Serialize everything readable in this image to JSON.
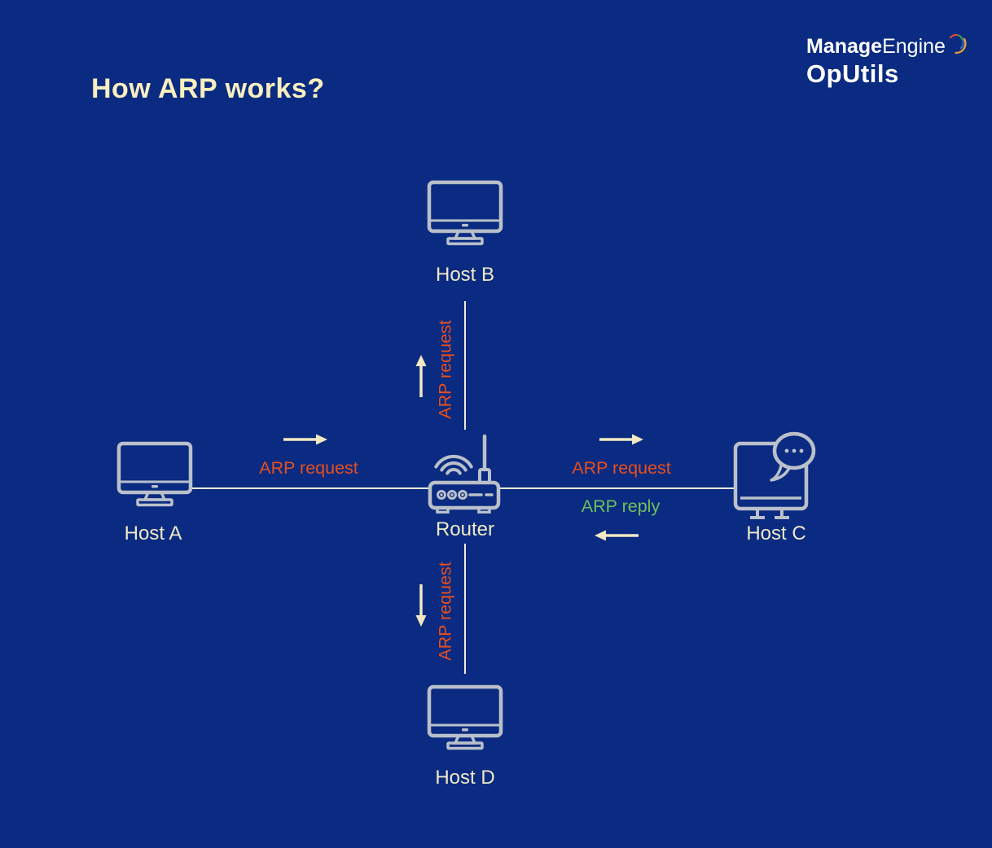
{
  "title": "How ARP works?",
  "logo": {
    "brand_bold": "Manage",
    "brand_light": "Engine",
    "product": "OpUtils",
    "swoosh_colors": [
      "#D84B37",
      "#3E9B4F",
      "#2F6BB3",
      "#E9A23B"
    ]
  },
  "diagram": {
    "nodes": {
      "host_a": {
        "label": "Host A",
        "icon": "monitor-icon"
      },
      "host_b": {
        "label": "Host B",
        "icon": "monitor-icon"
      },
      "host_c": {
        "label": "Host C",
        "icon": "monitor-chat-icon"
      },
      "host_d": {
        "label": "Host D",
        "icon": "monitor-icon"
      },
      "router": {
        "label": "Router",
        "icon": "router-icon"
      }
    },
    "edges": {
      "a_to_router": {
        "label": "ARP request",
        "direction": "right"
      },
      "router_to_b": {
        "label": "ARP request",
        "direction": "up"
      },
      "router_to_c": {
        "label": "ARP request",
        "direction": "right"
      },
      "c_to_router": {
        "label": "ARP reply",
        "direction": "left"
      },
      "router_to_d": {
        "label": "ARP request",
        "direction": "down"
      }
    }
  },
  "colors": {
    "background": "#0A2B81",
    "title_text": "#F8EFBE",
    "node_label_text": "#F0E8C6",
    "arp_request_text": "#E84E1D",
    "arp_reply_text": "#6CC25D",
    "connection_line": "#EFEBD6",
    "arrow": "#F2E8C2",
    "icon_stroke": "#BAC0CA",
    "logo_text": "#FFFFFF"
  }
}
